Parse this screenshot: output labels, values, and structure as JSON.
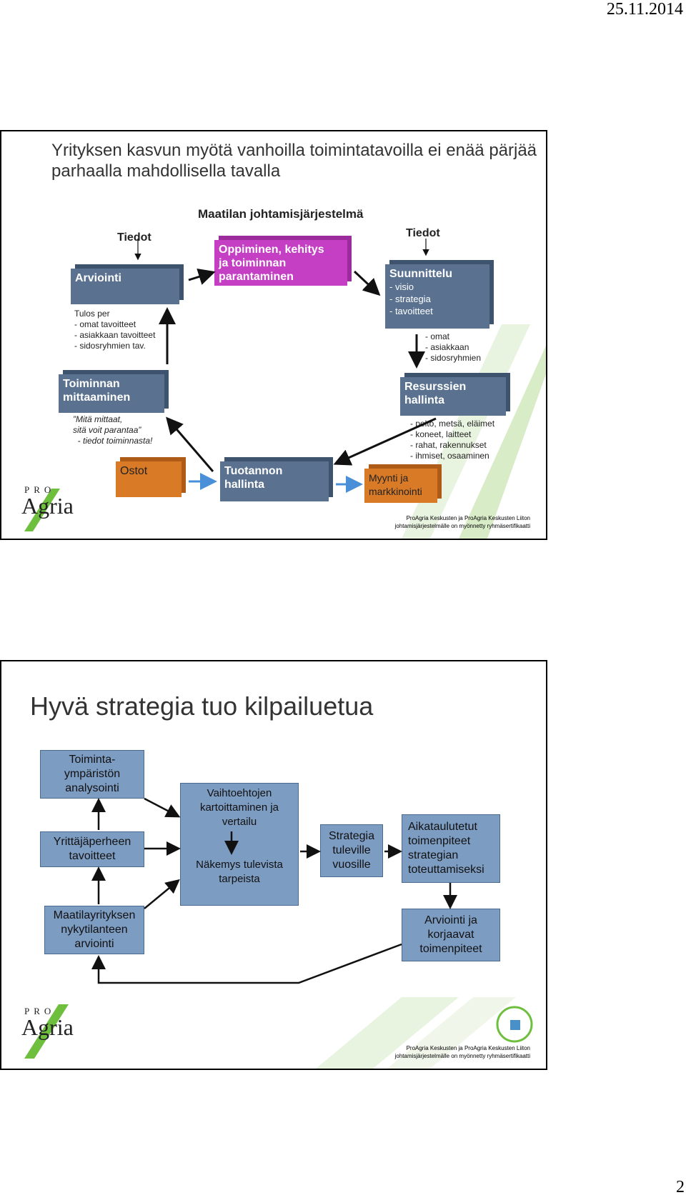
{
  "header": {
    "date": "25.11.2014"
  },
  "page_number": "2",
  "slide1": {
    "title": "Yrityksen kasvun myötä vanhoilla toimintatavoilla ei enää pärjää parhaalla mahdollisella tavalla",
    "diagram_title": "Maatilan johtamisjärjestelmä",
    "tiedot_left": "Tiedot",
    "tiedot_right": "Tiedot",
    "oppiminen": "Oppiminen, kehitys\nja toiminnan\nparantaminen",
    "arviointi": "Arviointi",
    "arviointi_notes": "Tulos per\n- omat tavoitteet\n- asiakkaan tavoitteet\n- sidosryhmien tav.",
    "suunnittelu_title": "Suunnittelu",
    "suunnittelu_items": "- visio\n- strategia\n- tavoitteet",
    "suunnittelu_notes": "- omat\n- asiakkaan\n- sidosryhmien",
    "mittaaminen": "Toiminnan\nmittaaminen",
    "mittaaminen_notes": "”Mitä mittaat,\nsitä voit parantaa”\n  - tiedot toiminnasta!",
    "resurssit": "Resurssien\nhallinta",
    "resurssit_notes": "- pelto, metsä, eläimet\n- koneet, laitteet\n- rahat, rakennukset\n- ihmiset, osaaminen",
    "ostot": "Ostot",
    "tuotanto": "Tuotannon\nhallinta",
    "myynti": "Myynti ja\nmarkkinointi",
    "footer": "ProAgria Keskusten ja ProAgria Keskusten Liiton\njohtamisjärjestelmälle on myönnetty ryhmäsertifikaatti"
  },
  "slide2": {
    "title": "Hyvä strategia tuo kilpailuetua",
    "boxes": {
      "toimintaymparisto": [
        "Toiminta-",
        "ympäristön",
        "analysointi"
      ],
      "yrittajaperhe": [
        "Yrittäjäperheen",
        "tavoitteet"
      ],
      "maatilayritys": [
        "Maatilayrityksen",
        "nykytilanteen",
        "arviointi"
      ],
      "vaihtoehdot": [
        "Vaihtoehtojen",
        "kartoittaminen ja",
        "vertailu"
      ],
      "nakemys": [
        "Näkemys tulevista",
        "tarpeista"
      ],
      "strategia": [
        "Strategia",
        "tuleville",
        "vuosille"
      ],
      "aikataulutetut": [
        "Aikataulutetut",
        "toimenpiteet",
        "strategian",
        "toteuttamiseksi"
      ],
      "arviointi_korjaavat": [
        "Arviointi ja",
        "korjaavat",
        "toimenpiteet"
      ]
    },
    "footer": "ProAgria Keskusten ja ProAgria Keskusten Liiton\njohtamisjärjestelmälle on myönnetty ryhmäsertifikaatti"
  },
  "logo": {
    "pro": "PRO",
    "agria": "Agria"
  },
  "colors": {
    "dark_box": "#5a7290",
    "pink_box": "#c43fc4",
    "orange_box": "#d97a26",
    "blue_box": "#7d9cc2",
    "logo_green": "#6fbf3f"
  }
}
